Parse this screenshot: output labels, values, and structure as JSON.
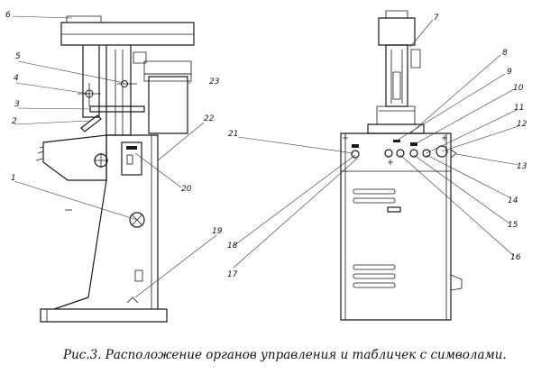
{
  "caption": "Рис.3. Расположение органов управления и табличек с символами.",
  "callouts": [
    {
      "id": "c1",
      "text": "1"
    },
    {
      "id": "c2",
      "text": "2"
    },
    {
      "id": "c3",
      "text": "3"
    },
    {
      "id": "c4",
      "text": "4"
    },
    {
      "id": "c5",
      "text": "5"
    },
    {
      "id": "c6",
      "text": "6"
    },
    {
      "id": "c7",
      "text": "7"
    },
    {
      "id": "c8",
      "text": "8"
    },
    {
      "id": "c9",
      "text": "9"
    },
    {
      "id": "c10",
      "text": "10"
    },
    {
      "id": "c11",
      "text": "11"
    },
    {
      "id": "c12",
      "text": "12"
    },
    {
      "id": "c13",
      "text": "13"
    },
    {
      "id": "c14",
      "text": "14"
    },
    {
      "id": "c15",
      "text": "15"
    },
    {
      "id": "c16",
      "text": "16"
    },
    {
      "id": "c17",
      "text": "17"
    },
    {
      "id": "c18",
      "text": "18"
    },
    {
      "id": "c19",
      "text": "19"
    },
    {
      "id": "c20",
      "text": "20"
    },
    {
      "id": "c21",
      "text": "21"
    },
    {
      "id": "c22",
      "text": "22"
    },
    {
      "id": "c23",
      "text": "23"
    }
  ]
}
